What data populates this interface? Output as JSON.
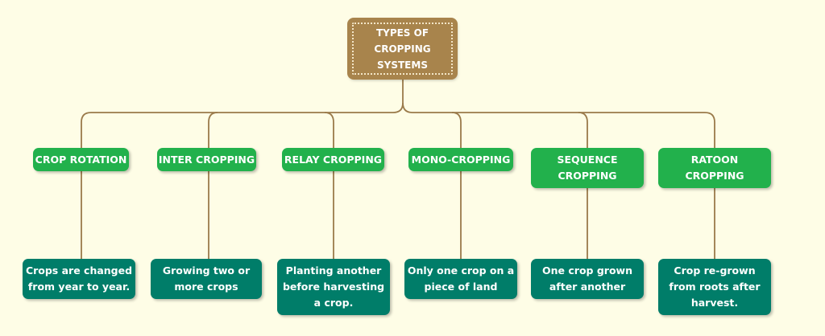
{
  "colors": {
    "background": "#fefde6",
    "root": "#a8844c",
    "category": "#22b14c",
    "description": "#007d69",
    "connector": "#9a7a4a"
  },
  "root": {
    "label": "TYPES OF\nCROPPING\nSYSTEMS"
  },
  "branches": [
    {
      "label": "CROP ROTATION",
      "description": "Crops are changed\nfrom year to year."
    },
    {
      "label": "INTER CROPPING",
      "description": "Growing two or\nmore crops"
    },
    {
      "label": "RELAY CROPPING",
      "description": "Planting another\nbefore harvesting\na crop."
    },
    {
      "label": "MONO-CROPPING",
      "description": "Only one crop on a\npiece of land"
    },
    {
      "label": "SEQUENCE\nCROPPING",
      "description": "One crop grown\nafter another"
    },
    {
      "label": "RATOON\nCROPPING",
      "description": "Crop re-grown\nfrom roots after\nharvest."
    }
  ]
}
